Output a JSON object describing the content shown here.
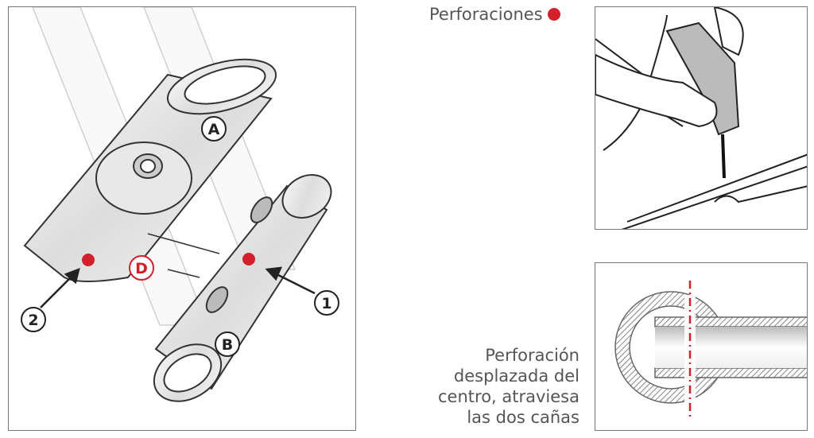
{
  "labels": {
    "A": "A",
    "B": "B",
    "D": "D",
    "one": "1",
    "two": "2"
  },
  "legend": {
    "perforaciones": "Perforaciones"
  },
  "caption": {
    "lines": [
      "Perforación",
      "desplazada del",
      "centro, atraviesa",
      "las dos cañas"
    ]
  },
  "colors": {
    "accent_red": "#d3202a",
    "text_gray": "#555555",
    "line": "#333333"
  }
}
